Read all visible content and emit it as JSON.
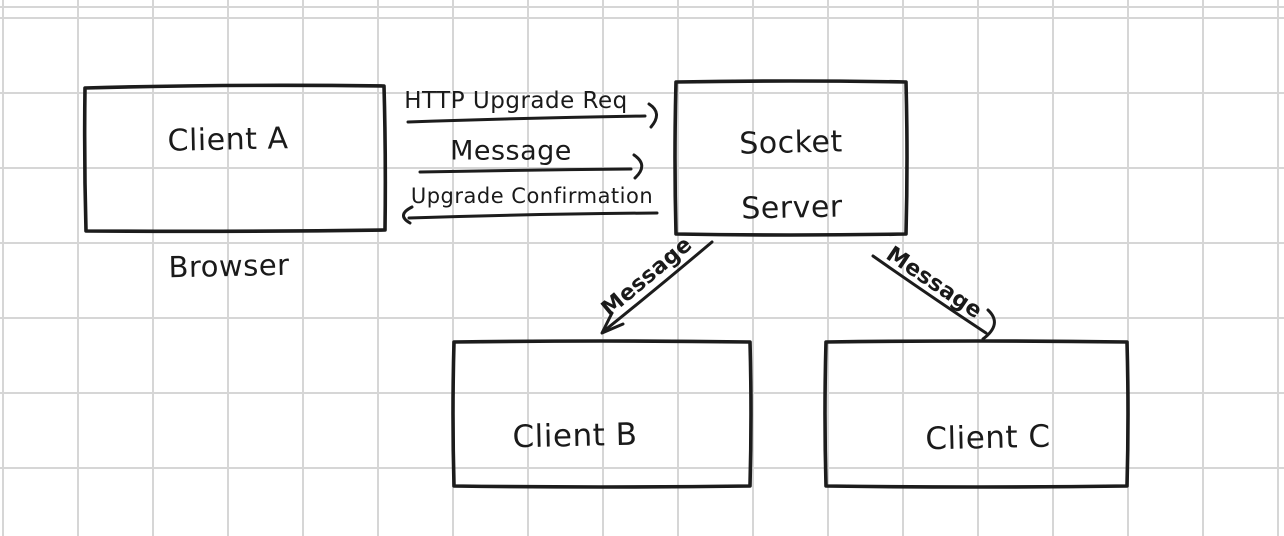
{
  "colors": {
    "ink": "#1c1c1c",
    "grid_line": "#d6d6d6",
    "background": "#ffffff"
  },
  "nodes": {
    "client_a": {
      "label": "Client A",
      "caption": "Browser"
    },
    "socket_server": {
      "line1": "Socket",
      "line2": "Server"
    },
    "client_b": {
      "label": "Client B"
    },
    "client_c": {
      "label": "Client C"
    }
  },
  "edges": {
    "http_upgrade_req": {
      "label": "HTTP Upgrade Req",
      "direction": "right"
    },
    "message_to_server": {
      "label": "Message",
      "direction": "right"
    },
    "upgrade_confirmation": {
      "label": "Upgrade Confirmation",
      "direction": "left"
    },
    "message_to_client_b": {
      "label": "Message",
      "direction": "down-left"
    },
    "message_to_client_c": {
      "label": "Message",
      "direction": "down-right"
    }
  }
}
